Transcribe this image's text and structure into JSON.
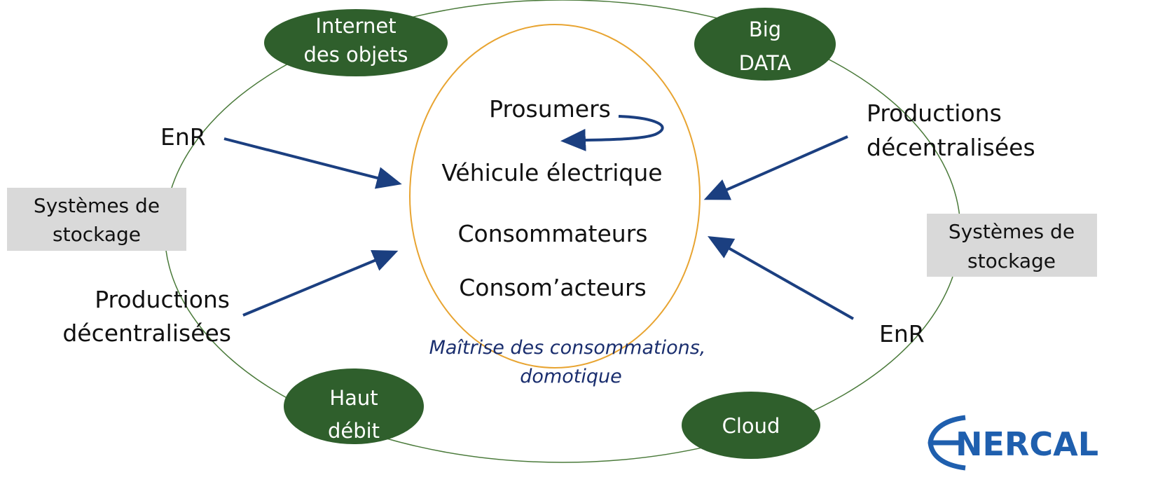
{
  "nodes": {
    "iot": {
      "line1": "Internet",
      "line2": "des objets"
    },
    "bigdata": {
      "line1": "Big",
      "line2": "DATA"
    },
    "haut_debit": {
      "line1": "Haut",
      "line2": "débit"
    },
    "cloud": {
      "label": "Cloud"
    }
  },
  "center": {
    "prosumers": "Prosumers",
    "vehicule": "Véhicule électrique",
    "consommateurs": "Consommateurs",
    "consomacteurs": "Consom’acteurs",
    "note_line1": "Maîtrise des consommations,",
    "note_line2": "domotique"
  },
  "outer": {
    "enr_left": "EnR",
    "enr_right": "EnR",
    "prod_left_line1": "Productions",
    "prod_left_line2": "décentralisées",
    "prod_right_line1": "Productions",
    "prod_right_line2": "décentralisées"
  },
  "storage_boxes": {
    "left": {
      "line1": "Systèmes de",
      "line2": "stockage"
    },
    "right": {
      "line1": "Systèmes de",
      "line2": "stockage"
    }
  },
  "logo": {
    "text": "NERCAL"
  },
  "colors": {
    "node_fill": "#2f5f2c",
    "outer_ellipse": "#4a7a3a",
    "inner_ellipse": "#e8a431",
    "arrow": "#1b3f80",
    "box_fill": "#d9d9d9",
    "note": "#1a2e6e",
    "logo": "#1f5fae"
  }
}
